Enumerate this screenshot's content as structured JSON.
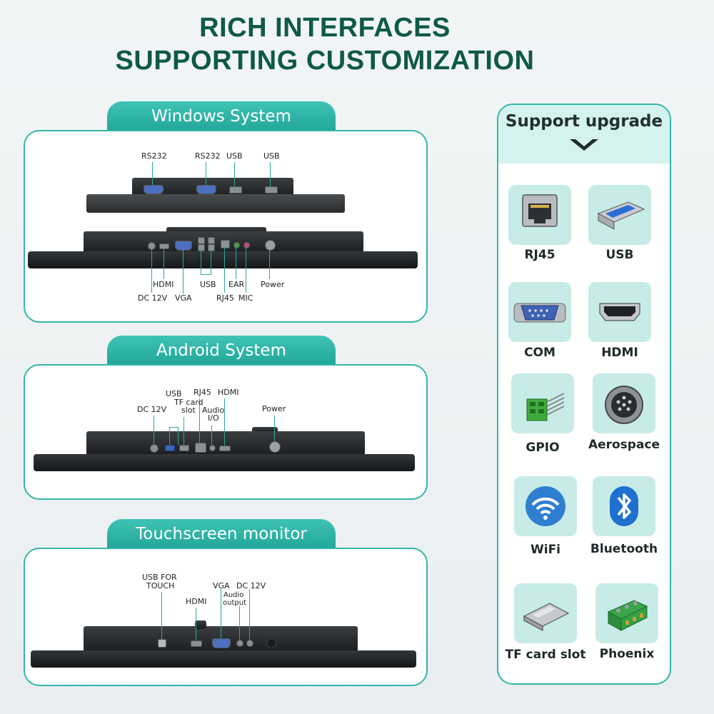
{
  "heading": {
    "line1": "RICH INTERFACES",
    "line2": "SUPPORTING CUSTOMIZATION"
  },
  "windows": {
    "tab": "Windows System",
    "top_labels": [
      "RS232",
      "RS232",
      "USB",
      "USB"
    ],
    "bottom_labels": {
      "hdmi": "HDMI",
      "dc": "DC 12V",
      "vga": "VGA",
      "usb": "USB",
      "rj45": "RJ45",
      "ear": "EAR",
      "mic": "MIC",
      "power": "Power"
    }
  },
  "android": {
    "tab": "Android System",
    "labels": {
      "dc": "DC 12V",
      "usb": "USB",
      "tf1": "TF card",
      "tf2": "slot",
      "rj45": "RJ45",
      "audio1": "Audio",
      "audio2": "I/O",
      "hdmi": "HDMI",
      "power": "Power"
    }
  },
  "monitor": {
    "tab": "Touchscreen monitor",
    "labels": {
      "usb1": "USB FOR",
      "usb2": "TOUCH",
      "hdmi": "HDMI",
      "vga": "VGA",
      "audio1": "Audio",
      "audio2": "output",
      "dc": "DC 12V"
    }
  },
  "upgrade": {
    "title": "Support upgrade",
    "items": [
      {
        "label": "RJ45",
        "icon": "rj45-icon"
      },
      {
        "label": "USB",
        "icon": "usb-icon"
      },
      {
        "label": "COM",
        "icon": "com-icon"
      },
      {
        "label": "HDMI",
        "icon": "hdmi-icon"
      },
      {
        "label": "GPIO",
        "icon": "gpio-icon"
      },
      {
        "label": "Aerospace",
        "icon": "aerospace-icon"
      },
      {
        "label": "WiFi",
        "icon": "wifi-icon"
      },
      {
        "label": "Bluetooth",
        "icon": "bluetooth-icon"
      },
      {
        "label": "TF card slot",
        "icon": "tf-card-icon"
      },
      {
        "label": "Phoenix",
        "icon": "phoenix-icon"
      }
    ]
  },
  "colors": {
    "heading": "#0e5a45",
    "accent": "#32b7a8",
    "tile": "#c7ece8"
  }
}
